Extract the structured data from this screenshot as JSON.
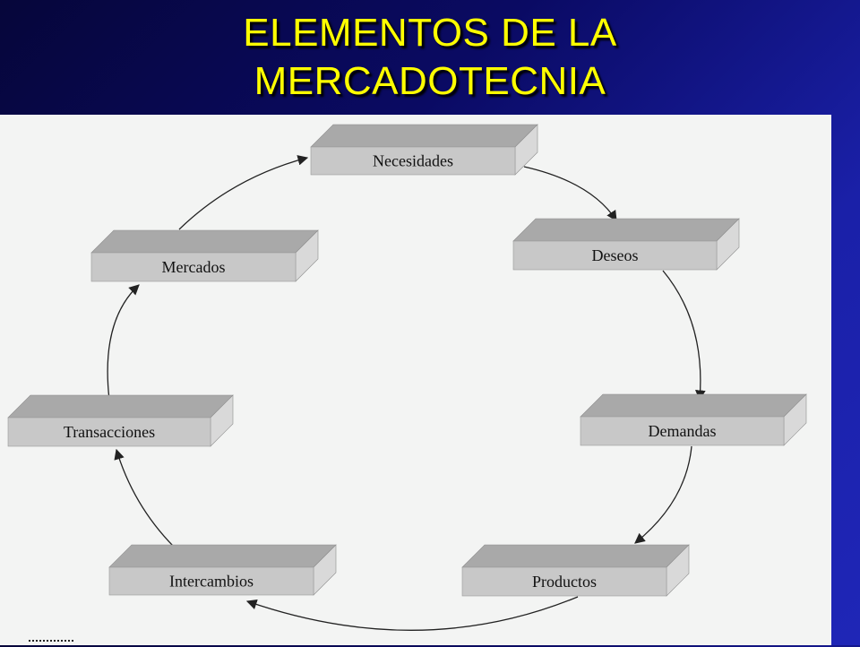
{
  "title": {
    "line1": "ELEMENTOS DE LA",
    "line2": "MERCADOTECNIA"
  },
  "diagram": {
    "type": "cycle",
    "direction": "clockwise",
    "nodes": [
      {
        "id": "necesidades",
        "label": "Necesidades"
      },
      {
        "id": "deseos",
        "label": "Deseos"
      },
      {
        "id": "demandas",
        "label": "Demandas"
      },
      {
        "id": "productos",
        "label": "Productos"
      },
      {
        "id": "intercambios",
        "label": "Intercambios"
      },
      {
        "id": "transacciones",
        "label": "Transacciones"
      },
      {
        "id": "mercados",
        "label": "Mercados"
      }
    ]
  },
  "colors": {
    "title": "#ffff00",
    "panel": "#f3f4f3",
    "box_front": "#c8c8c8",
    "box_top": "#a9a9a9",
    "box_side": "#d9d9d9",
    "arrow": "#222222"
  }
}
